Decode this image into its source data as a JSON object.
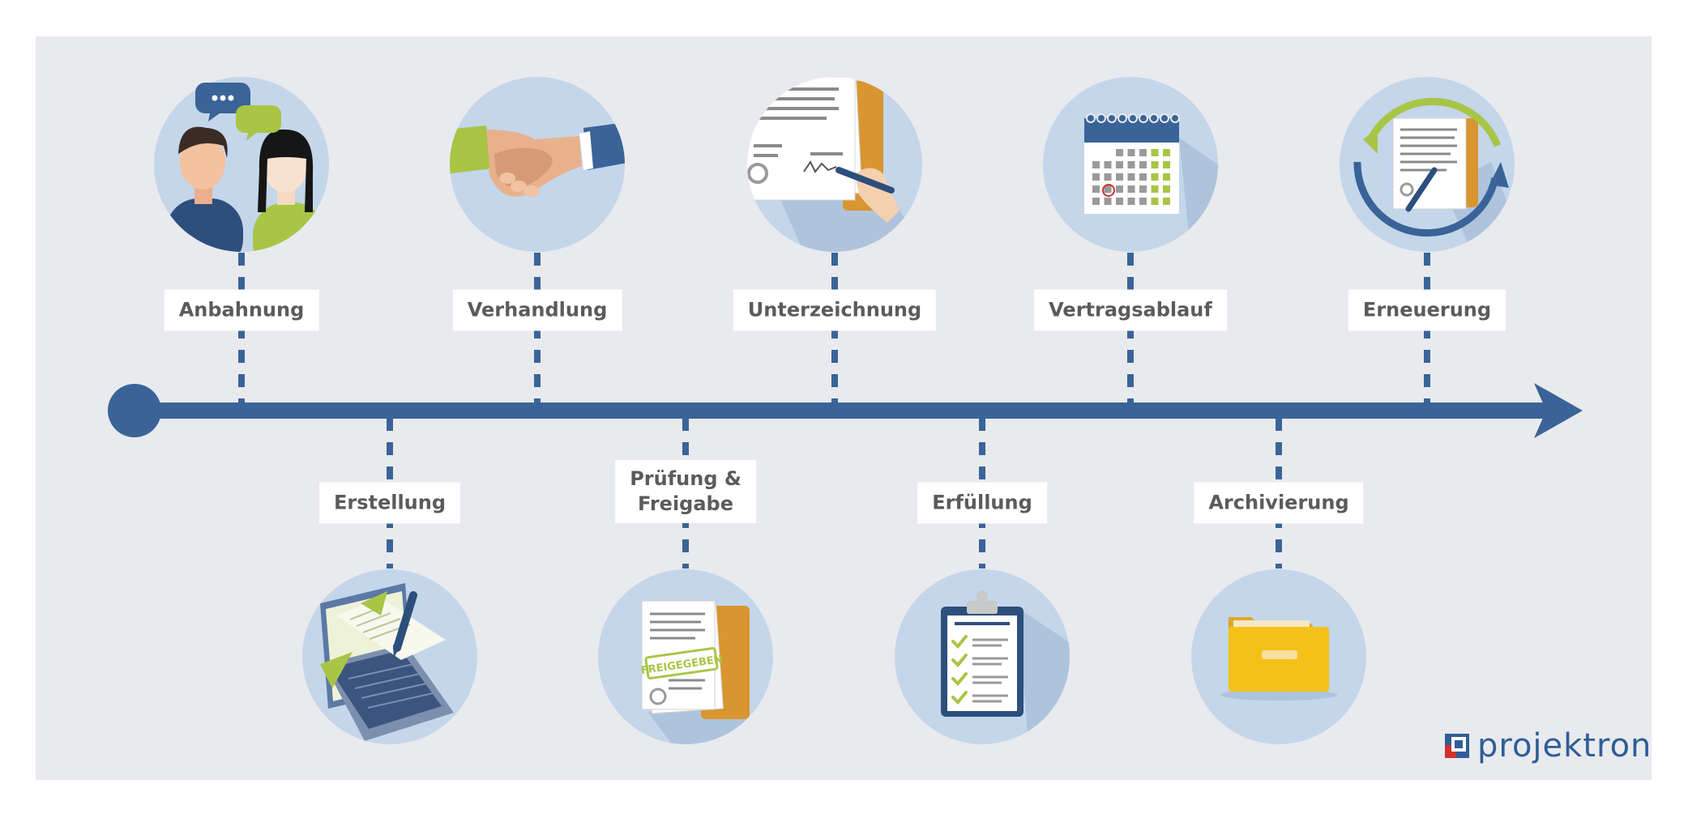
{
  "timeline": {
    "stages": [
      {
        "id": "anbahnung",
        "label": "Anbahnung",
        "icon": "conversation-icon",
        "position": "top"
      },
      {
        "id": "erstellung",
        "label": "Erstellung",
        "icon": "laptop-document-icon",
        "position": "bottom"
      },
      {
        "id": "verhandlung",
        "label": "Verhandlung",
        "icon": "handshake-icon",
        "position": "top"
      },
      {
        "id": "pruefung",
        "label_lines": [
          "Prüfung &",
          "Freigabe"
        ],
        "icon": "approved-document-icon",
        "position": "bottom",
        "stamp_text": "FREIGEGEBEN"
      },
      {
        "id": "unterzeichnung",
        "label": "Unterzeichnung",
        "icon": "signing-icon",
        "position": "top"
      },
      {
        "id": "erfuellung",
        "label": "Erfüllung",
        "icon": "checklist-clipboard-icon",
        "position": "bottom"
      },
      {
        "id": "vertragsablauf",
        "label": "Vertragsablauf",
        "icon": "calendar-icon",
        "position": "top"
      },
      {
        "id": "archivierung",
        "label": "Archivierung",
        "icon": "folder-icon",
        "position": "bottom"
      },
      {
        "id": "erneuerung",
        "label": "Erneuerung",
        "icon": "renewal-cycle-icon",
        "position": "top"
      }
    ]
  },
  "brand": {
    "name": "projektron"
  },
  "colors": {
    "background": "#e9eaee",
    "timeline": "#3a6498",
    "circle": "#c4d6ea",
    "accent_green": "#a8c545",
    "accent_orange": "#d9952f",
    "label_text": "#5b5b5b",
    "brand_red": "#d0312d"
  }
}
